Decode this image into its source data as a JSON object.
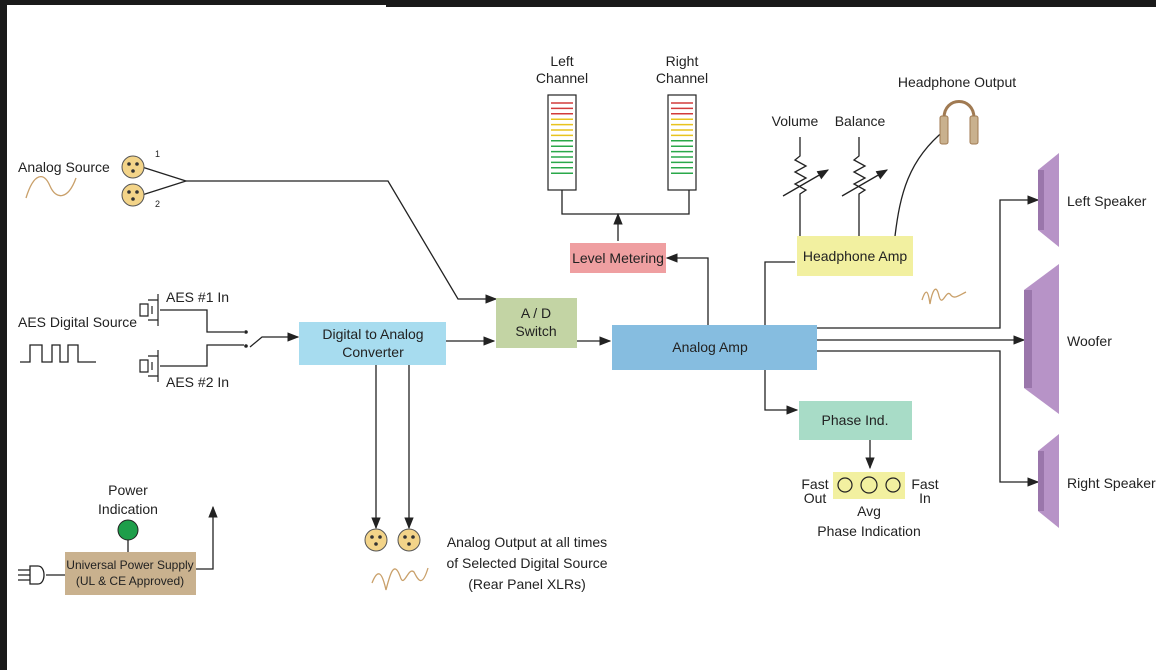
{
  "blocks": {
    "dac": {
      "line1": "Digital to Analog",
      "line2": "Converter"
    },
    "ad_switch": {
      "line1": "A / D",
      "line2": "Switch"
    },
    "analog_amp": "Analog Amp",
    "level_metering": "Level Metering",
    "headphone_amp": "Headphone Amp",
    "phase_ind": "Phase Ind.",
    "power_supply": {
      "line1": "Universal Power Supply",
      "line2": "(UL & CE Approved)"
    }
  },
  "labels": {
    "analog_source": "Analog Source",
    "input_1": "1",
    "input_2": "2",
    "aes_digital_source": "AES Digital Source",
    "aes_1_in": "AES #1 In",
    "aes_2_in": "AES #2 In",
    "left_channel": {
      "line1": "Left",
      "line2": "Channel"
    },
    "right_channel": {
      "line1": "Right",
      "line2": "Channel"
    },
    "volume": "Volume",
    "balance": "Balance",
    "headphone_output": "Headphone Output",
    "left_speaker": "Left Speaker",
    "woofer": "Woofer",
    "right_speaker": "Right Speaker",
    "fast_out": {
      "line1": "Fast",
      "line2": "Out"
    },
    "fast_in": {
      "line1": "Fast",
      "line2": "In"
    },
    "avg": "Avg",
    "phase_indication": "Phase Indication",
    "power_indication": {
      "line1": "Power",
      "line2": "Indication"
    },
    "analog_output": {
      "line1": "Analog Output at all times",
      "line2": "of Selected Digital Source",
      "line3": "(Rear Panel XLRs)"
    }
  },
  "colors": {
    "dac": "#a7dcef",
    "ad_switch": "#c3d4a4",
    "analog_amp": "#86bde0",
    "level_metering": "#ef9fa1",
    "headphone_amp": "#f2f0a0",
    "phase_ind": "#a8dcc7",
    "power_supply": "#c9b18e",
    "speaker": "#b793c7",
    "xlr": "#f3d489",
    "waveform": "#c9a06a",
    "power_led": "#1e9e4a"
  }
}
